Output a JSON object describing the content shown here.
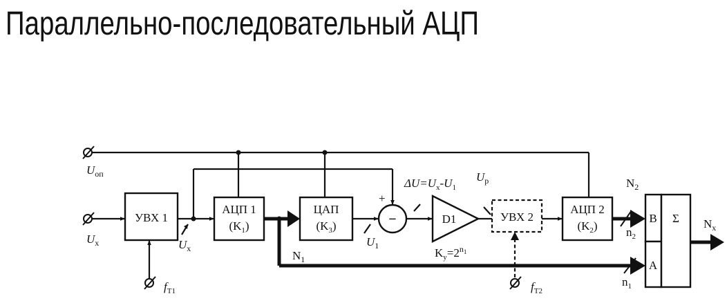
{
  "title": "Параллельно-последовательный АЦП",
  "diagram": {
    "blocks": {
      "uvx1": "УВХ 1",
      "adc1": {
        "name": "АЦП 1",
        "coef": "(K",
        "sub": "1",
        "close": ")"
      },
      "dac": {
        "name": "ЦАП",
        "coef": "(K",
        "sub": "3",
        "close": ")"
      },
      "amp": "D1",
      "uvx2": "УВХ 2",
      "adc2": {
        "name": "АЦП 2",
        "coef": "(K",
        "sub": "2",
        "close": ")"
      },
      "reg_b": "B",
      "reg_a": "A",
      "sum": "Σ"
    },
    "signals": {
      "u_ref": {
        "base": "U",
        "sub": "оп"
      },
      "u_x_in": {
        "base": "U",
        "sub": "x"
      },
      "u_x_node": {
        "base": "U",
        "sub": "x"
      },
      "u_1": {
        "base": "U",
        "sub": "1"
      },
      "f_t1": {
        "base": "f",
        "sub": "T1"
      },
      "f_t2": {
        "base": "f",
        "sub": "T2"
      },
      "delta_u": {
        "p1": "ΔU=U",
        "s1": "x",
        "p2": "-U",
        "s2": "1"
      },
      "u_p": {
        "base": "U",
        "sub": "p"
      },
      "k_y": {
        "p1": "K",
        "s1": "y",
        "p2": "=2",
        "sup": "n",
        "supsub": "1"
      },
      "n_1_bus": {
        "base": "N",
        "sub": "1"
      },
      "n_2_bus": {
        "base": "N",
        "sub": "2"
      },
      "n_x_out": {
        "base": "N",
        "sub": "x"
      },
      "n1_width": {
        "base": "n",
        "sub": "1"
      },
      "n2_width": {
        "base": "n",
        "sub": "2"
      },
      "plus_sign": "+",
      "minus_sign": "−"
    }
  }
}
